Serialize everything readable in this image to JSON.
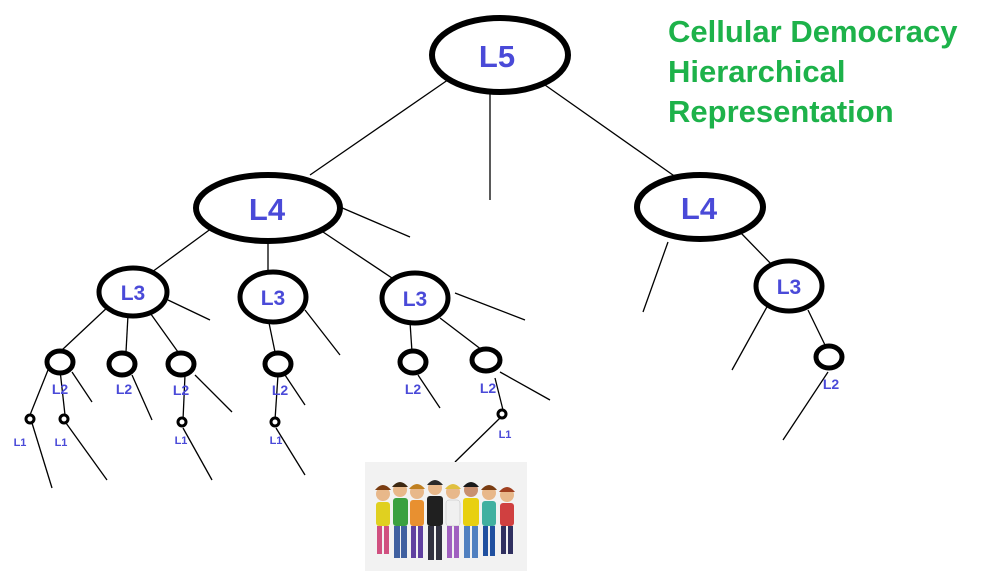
{
  "title": {
    "line1": "Cellular Democracy",
    "line2": "Hierarchical",
    "line3": "Representation"
  },
  "colors": {
    "title": "#1db24a",
    "labels": "#4a4ad8",
    "nodes": "#000000"
  },
  "nodes": {
    "l5": "L5",
    "l4_left": "L4",
    "l4_right": "L4",
    "l3_a": "L3",
    "l3_b": "L3",
    "l3_c": "L3",
    "l3_d": "L3",
    "l2_a": "L2",
    "l2_b": "L2",
    "l2_c": "L2",
    "l2_d": "L2",
    "l2_e": "L2",
    "l2_f": "L2",
    "l2_g": "L2",
    "l1_a": "L1",
    "l1_b": "L1",
    "l1_c": "L1",
    "l1_d": "L1",
    "l1_e": "L1"
  },
  "people_image": "people-group-illustration"
}
